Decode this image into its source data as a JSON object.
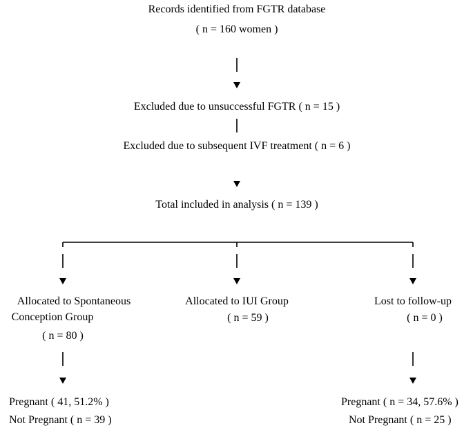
{
  "nodes": {
    "records": {
      "line1": "Records identified from FGTR database",
      "line2": "( n = 160 women )"
    },
    "excluded_fgtr": "Excluded due to unsuccessful FGTR ( n = 15 )",
    "excluded_ivf": "Excluded due to subsequent IVF treatment  ( n = 6 )",
    "total": "Total included in analysis ( n = 139 )",
    "spontaneous": {
      "line1": "Allocated to Spontaneous",
      "line2": "Conception Group",
      "line3": "( n = 80 )"
    },
    "iui": {
      "line1": "Allocated to IUI Group",
      "line2": "( n = 59 )"
    },
    "lost": {
      "line1": "Lost to follow-up",
      "line2": "( n = 0 )"
    },
    "spontaneous_outcome": {
      "pregnant": "Pregnant ( 41, 51.2% )",
      "not_pregnant": "Not Pregnant ( n = 39 )"
    },
    "iui_outcome": {
      "pregnant": "Pregnant ( n = 34, 57.6% )",
      "not_pregnant": "Not Pregnant ( n = 25 )"
    }
  },
  "colors": {
    "line": "#000000",
    "text": "#000000",
    "background": "#ffffff"
  }
}
